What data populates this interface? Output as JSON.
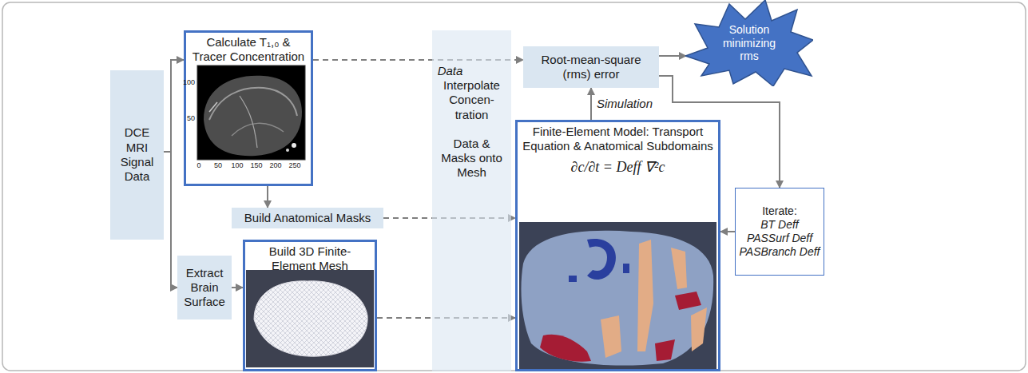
{
  "diagram": {
    "nodes": [
      {
        "text": [
          "DCE MRI Signal Data"
        ]
      },
      {
        "text": [
          "Calculate T₁,₀ & Tracer Concentration"
        ]
      },
      {
        "text": [
          "Build Anatomical Masks"
        ]
      },
      {
        "text": [
          "Extract Brain Surface"
        ]
      },
      {
        "text": [
          "Build 3D Finite-Element Mesh"
        ]
      },
      {
        "text": [
          "Interpolate Concen- tration",
          "Data & Masks onto Mesh"
        ]
      },
      {
        "text": [
          "Root-mean-square (rms) error"
        ]
      },
      {
        "text": [
          "Solution minimizing rms"
        ]
      },
      {
        "text": [
          "Finite-Element Model: Transport Equation & Anatomical Subdomains",
          "∂c/∂t = Deff ∇²c"
        ]
      },
      {
        "text": [
          "Iterate:",
          "BT Deff",
          "PASSurf Deff",
          "PASBranch Deff"
        ]
      }
    ],
    "edges": [
      {
        "from": 0,
        "to": 1,
        "arrow": "to"
      },
      {
        "from": 0,
        "to": 3,
        "arrow": "to"
      },
      {
        "from": 1,
        "to": 2,
        "arrow": "to"
      },
      {
        "from": 1,
        "to": 6,
        "label": "Data",
        "arrow": "to"
      },
      {
        "from": 3,
        "to": 4,
        "arrow": "to"
      },
      {
        "from": 2,
        "to": 8,
        "arrow": "to"
      },
      {
        "from": 4,
        "to": 8,
        "arrow": "to"
      },
      {
        "from": 8,
        "to": 6,
        "label": "Simulation",
        "arrow": "to"
      },
      {
        "from": 6,
        "to": 7,
        "arrow": "to"
      },
      {
        "from": 6,
        "to": 9,
        "arrow": "to"
      },
      {
        "from": 9,
        "to": 8,
        "arrow": "to"
      }
    ],
    "labels": [
      "100",
      "50",
      "0",
      "50",
      "100",
      "150",
      "200",
      "250"
    ]
  }
}
